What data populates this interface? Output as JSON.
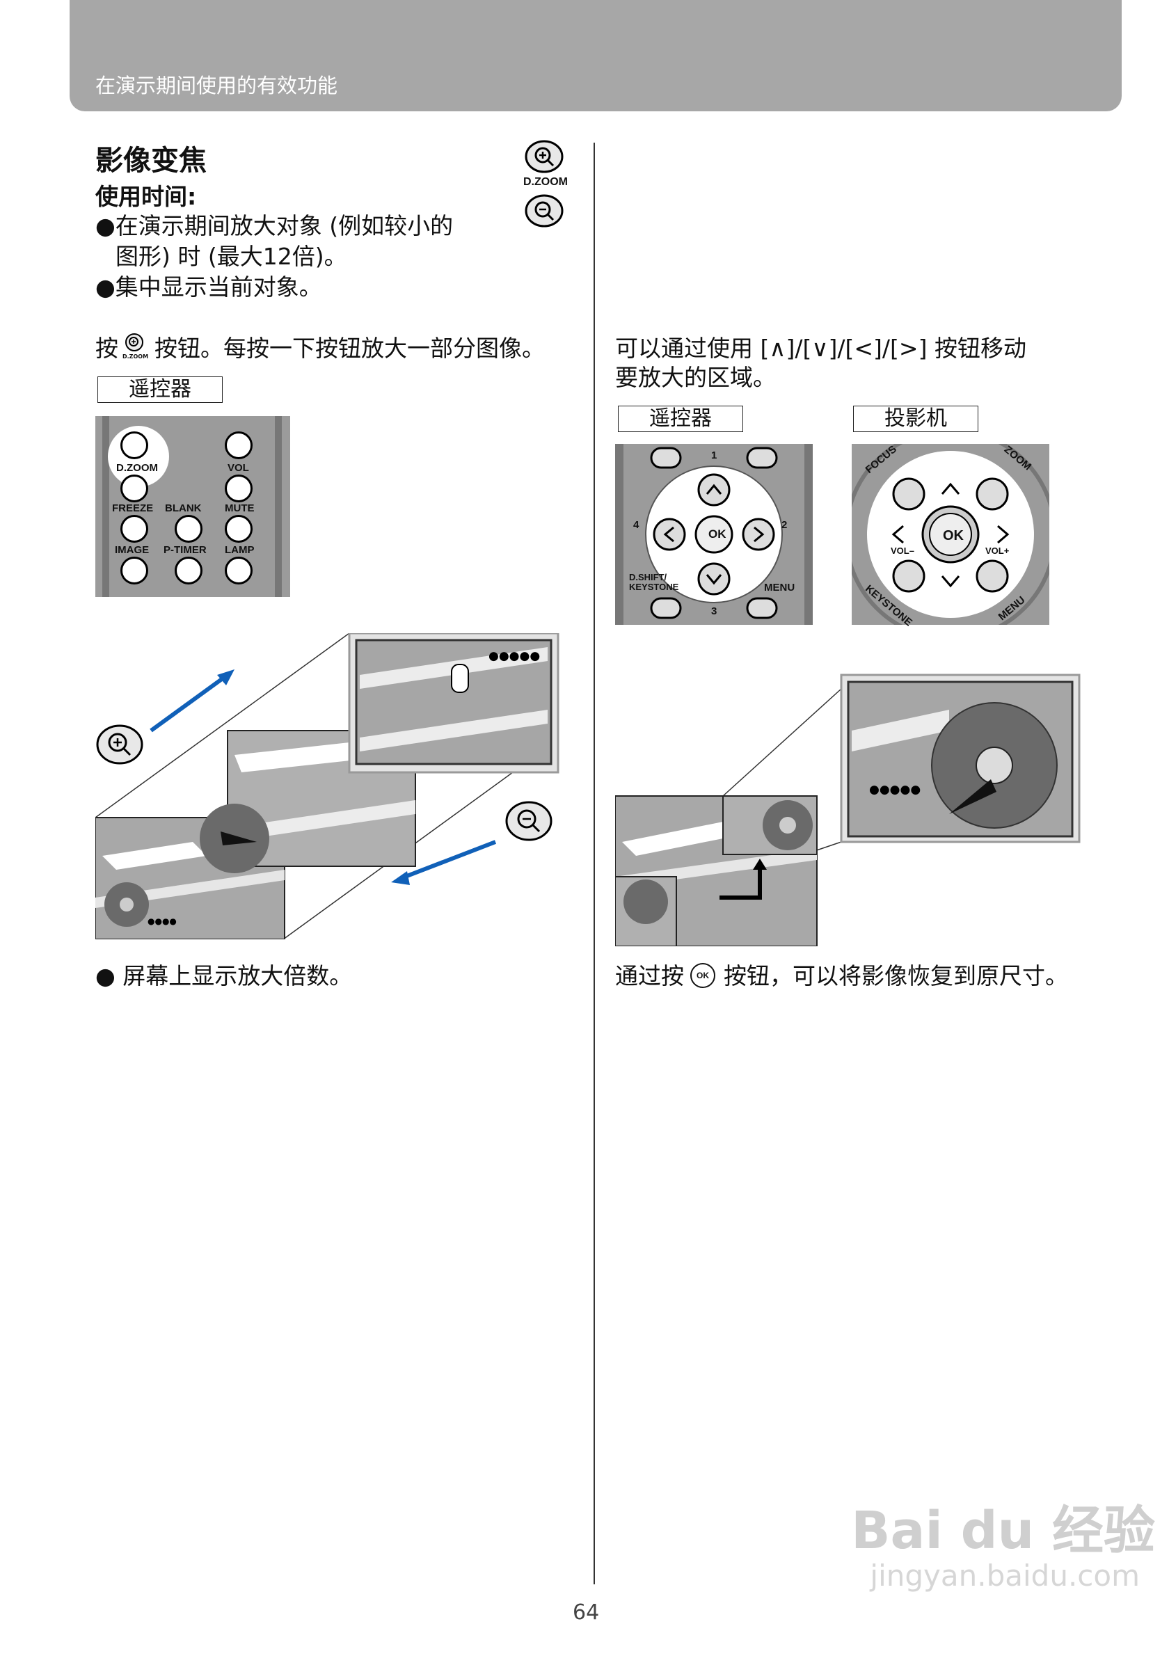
{
  "header": {
    "title": "在演示期间使用的有效功能"
  },
  "section": {
    "title": "影像变焦",
    "when_label": "使用时间:",
    "bullets": [
      "●在演示期间放大对象 (例如较小的",
      "图形) 时 (最大12倍)。",
      "●集中显示当前对象。"
    ],
    "dzoom_label": "D.ZOOM"
  },
  "left": {
    "instruction_pre": "按",
    "instruction_post": "按钮。每按一下按钮放大一部分图像。",
    "icon_small_label": "D.ZOOM",
    "tag": "遥控器",
    "remote_labels": {
      "dzoom": "D.ZOOM",
      "vol": "VOL",
      "freeze": "FREEZE",
      "blank": "BLANK",
      "mute": "MUTE",
      "image": "IMAGE",
      "ptimer": "P-TIMER",
      "lamp": "LAMP"
    },
    "screen_dots": "●●●●●",
    "small_dots": "●●●●",
    "note": "● 屏幕上显示放大倍数。"
  },
  "right": {
    "instruction_line1": "可以通过使用 [∧]/[∨]/[<]/[>] 按钮移动",
    "instruction_line2": "要放大的区域。",
    "tag_remote": "遥控器",
    "tag_projector": "投影机",
    "remote_labels": {
      "ok": "OK",
      "n1": "1",
      "n2": "2",
      "n3": "3",
      "n4": "4",
      "dshift": "D.SHIFT/",
      "keystone": "KEYSTONE",
      "menu": "MENU"
    },
    "projector_labels": {
      "ok": "OK",
      "focus": "FOCUS",
      "zoom": "ZOOM",
      "volm": "VOL–",
      "volp": "VOL+",
      "keystone": "KEYSTONE",
      "menu": "MENU"
    },
    "screen_dots": "●●●●●",
    "restore_pre": "通过按",
    "restore_icon": "OK",
    "restore_post": "按钮，可以将影像恢复到原尺寸。"
  },
  "footer": {
    "page_number": "64"
  },
  "watermark": {
    "brand": "Bai du 经验",
    "url": "jingyan.baidu.com"
  }
}
